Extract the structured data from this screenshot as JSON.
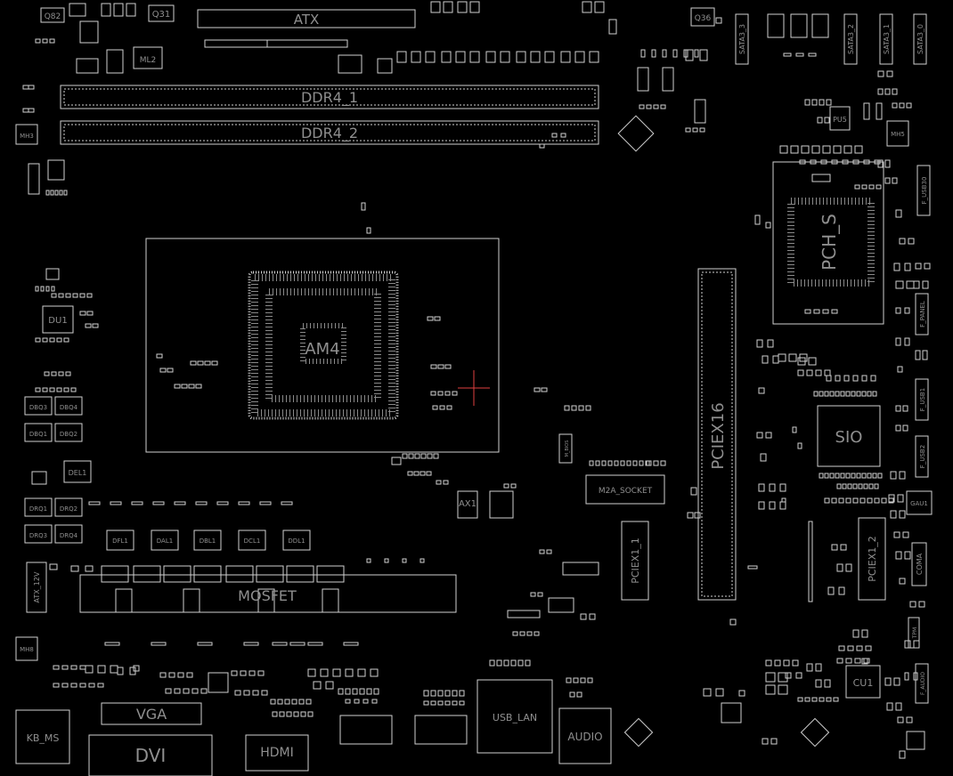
{
  "board": {
    "background": "#000000",
    "outline_color": "#d0d0d0",
    "label_color": "#8f8f8f",
    "marker_color": "#e04040",
    "accent_dot_color": "#2aa4a4"
  },
  "labels": {
    "atx": "ATX",
    "ddr4_1": "DDR4_1",
    "ddr4_2": "DDR4_2",
    "am4": "AM4",
    "pciex16": "PCIEX16",
    "pch": "PCH_S",
    "sio": "SIO",
    "m2a": "M2A_SOCKET",
    "pciex1_1": "PCIEX1_1",
    "pciex1_2": "PCIEX1_2",
    "mosfet": "MOSFET",
    "vga": "VGA",
    "dvi": "DVI",
    "hdmi": "HDMI",
    "usb_lan": "USB_LAN",
    "audio": "AUDIO",
    "kb_ms": "KB_MS",
    "cu1": "CU1",
    "coma": "COMA",
    "atx12v": "ATX_12V",
    "q31": "Q31",
    "q36": "Q36",
    "q82": "Q82",
    "ml2": "ML2",
    "du1": "DU1",
    "del1": "DEL1",
    "ax1": "AX1",
    "gau1": "GAU1",
    "pu5": "PU5",
    "sata3_3": "SATA3_3",
    "sata3_2": "SATA3_2",
    "sata3_1": "SATA3_1",
    "sata3_0": "SATA3_0",
    "dfl1": "DFL1",
    "dal1": "DAL1",
    "dbl1": "DBL1",
    "dcl1": "DCL1",
    "ddl1": "DDL1",
    "dbq3": "DBQ3",
    "dbq4": "DBQ4",
    "dbq1": "DBQ1",
    "dbq2": "DBQ2",
    "drq1": "DRQ1",
    "drq2": "DRQ2",
    "drq3": "DRQ3",
    "drq4": "DRQ4",
    "mh_top": "MH3",
    "mh_mid": "MH8",
    "mh_right": "MH5",
    "fusb_top": "F_USB30",
    "fusb1": "F_USB1",
    "fusb2": "F_USB2",
    "fpanel": "F_PANEL",
    "faudio": "F_AUDIO",
    "m_bios": "M_BIOS",
    "tpm": "TPM"
  }
}
